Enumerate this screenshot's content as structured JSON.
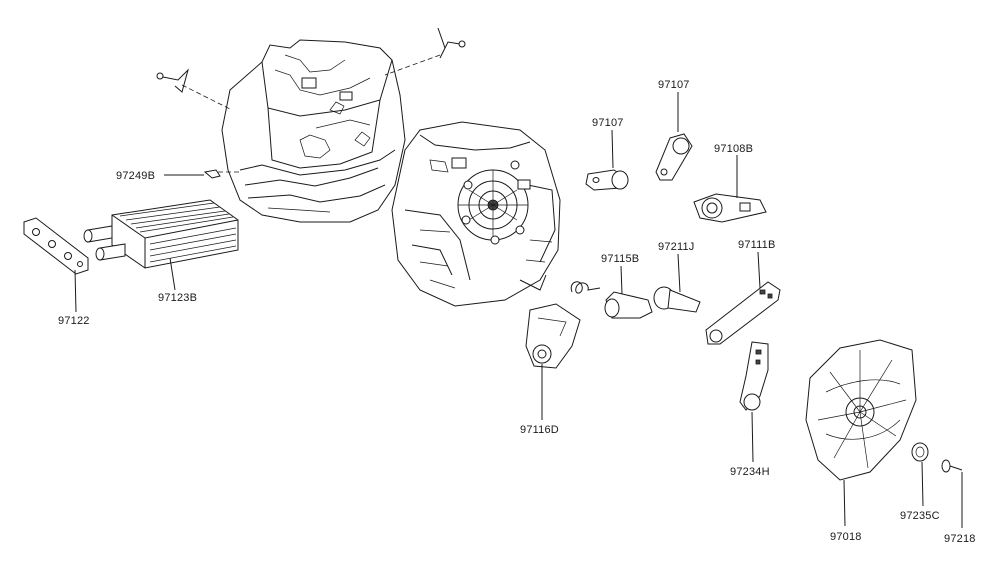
{
  "parts": [
    {
      "id": "p97107a",
      "code": "97107"
    },
    {
      "id": "p97107b",
      "code": "97107"
    },
    {
      "id": "p97108B",
      "code": "97108B"
    },
    {
      "id": "p97249B",
      "code": "97249B"
    },
    {
      "id": "p97211J",
      "code": "97211J"
    },
    {
      "id": "p97111B",
      "code": "97111B"
    },
    {
      "id": "p97115B",
      "code": "97115B"
    },
    {
      "id": "p97122",
      "code": "97122"
    },
    {
      "id": "p97123B",
      "code": "97123B"
    },
    {
      "id": "p97116D",
      "code": "97116D"
    },
    {
      "id": "p97234H",
      "code": "97234H"
    },
    {
      "id": "p97235C",
      "code": "97235C"
    },
    {
      "id": "p97018",
      "code": "97018"
    },
    {
      "id": "p97218",
      "code": "97218"
    }
  ]
}
